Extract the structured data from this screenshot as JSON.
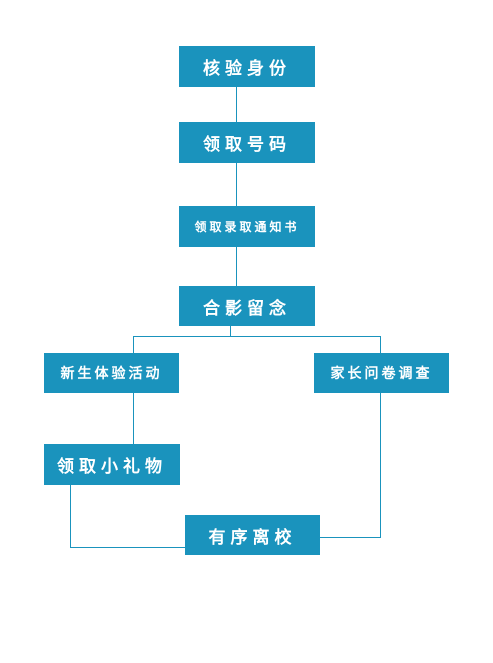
{
  "colors": {
    "node_fill": "#1a93bd",
    "node_text": "#ffffff",
    "connector": "#1a93bd"
  },
  "nodes": {
    "verify_identity": "核验身份",
    "get_number": "领取号码",
    "get_admission_letter": "领取录取通知书",
    "group_photo": "合影留念",
    "freshman_activity": "新生体验活动",
    "parent_survey": "家长问卷调查",
    "get_gift": "领取小礼物",
    "orderly_leave": "有序离校"
  }
}
